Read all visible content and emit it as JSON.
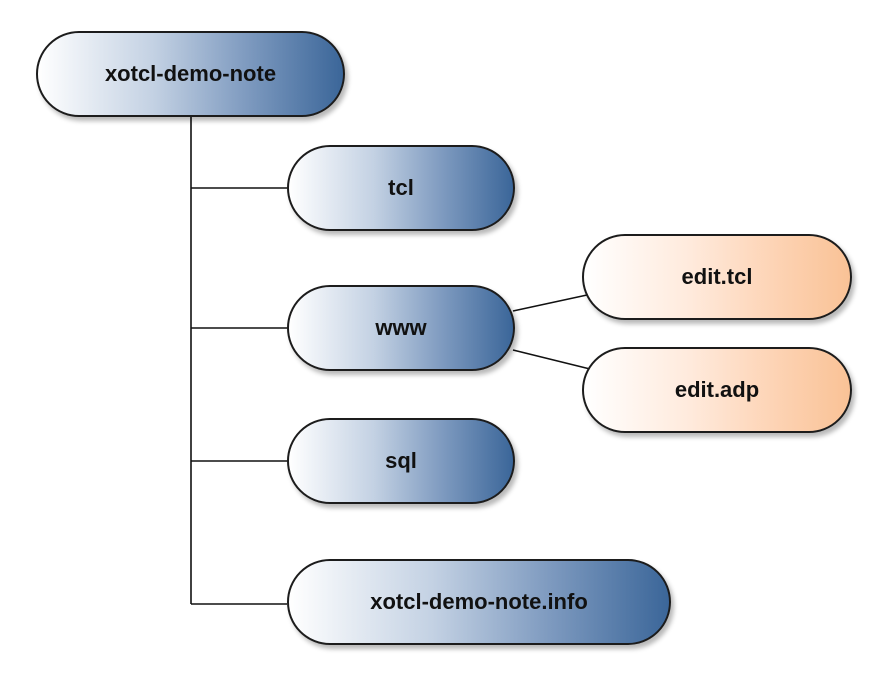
{
  "diagram": {
    "root": {
      "label": "xotcl-demo-note"
    },
    "children": [
      {
        "label": "tcl"
      },
      {
        "label": "www",
        "children": [
          {
            "label": "edit.tcl"
          },
          {
            "label": "edit.adp"
          }
        ]
      },
      {
        "label": "sql"
      },
      {
        "label": "xotcl-demo-note.info"
      }
    ]
  },
  "colors": {
    "folder_gradient_end": "#3b6699",
    "file_gradient_end": "#f9c296",
    "line": "#111111"
  }
}
